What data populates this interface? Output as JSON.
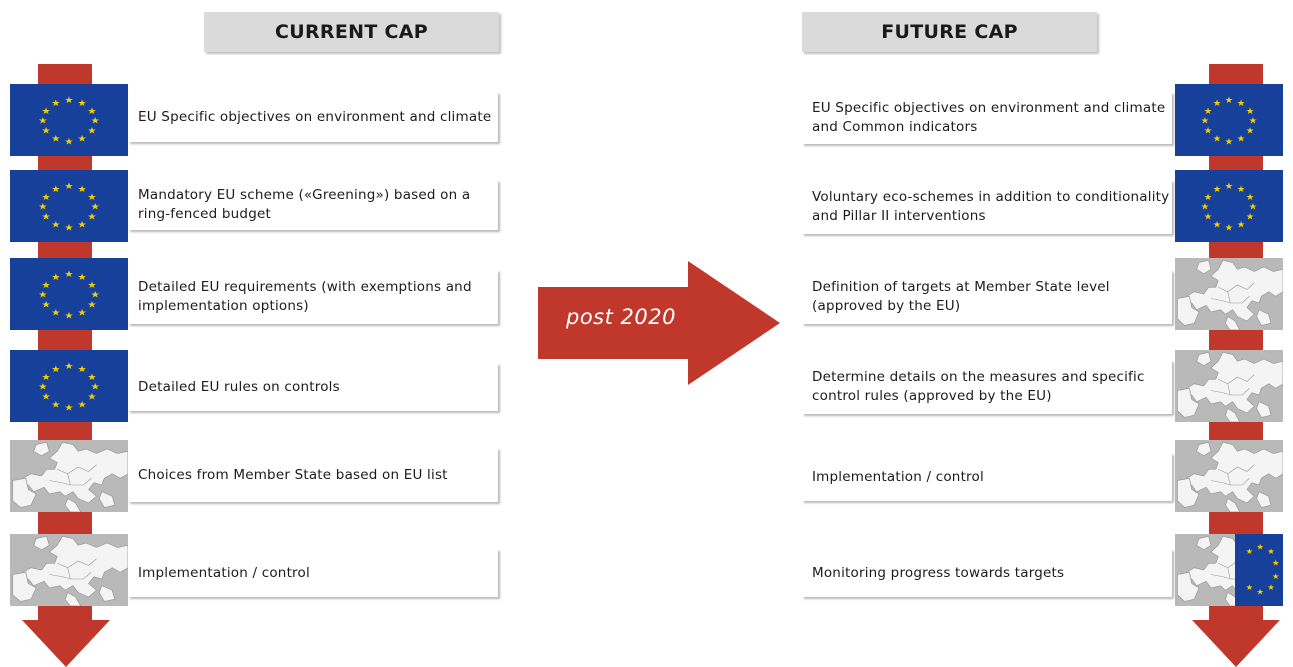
{
  "headers": {
    "left": "CURRENT CAP",
    "right": "FUTURE CAP"
  },
  "center_arrow_label": "post 2020",
  "colors": {
    "arrow_red": "#c0382b",
    "eu_blue": "#17409b",
    "eu_star": "#f2d000",
    "header_gray": "#dadada",
    "map_gray": "#b9b9b9"
  },
  "left_rows": [
    {
      "icon": "eu-flag-icon",
      "text": "EU Specific objectives on environment and climate"
    },
    {
      "icon": "eu-flag-icon",
      "text": "Mandatory EU scheme («Greening») based on a ring-fenced budget"
    },
    {
      "icon": "eu-flag-icon",
      "text": "Detailed EU requirements (with exemptions and implementation options)"
    },
    {
      "icon": "eu-flag-icon",
      "text": "Detailed EU rules on controls"
    },
    {
      "icon": "europe-map-icon",
      "text": "Choices from Member State based on EU list"
    },
    {
      "icon": "europe-map-icon",
      "text": "Implementation / control"
    }
  ],
  "right_rows": [
    {
      "icon": "eu-flag-icon",
      "text": "EU Specific objectives on environment and climate and Common indicators"
    },
    {
      "icon": "eu-flag-icon",
      "text": "Voluntary eco-schemes in addition to conditionality and Pillar II interventions"
    },
    {
      "icon": "europe-map-icon",
      "text": "Definition of targets at Member State level (approved by the EU)"
    },
    {
      "icon": "europe-map-icon",
      "text": "Determine details on the measures and specific control rules (approved by the EU)"
    },
    {
      "icon": "europe-map-icon",
      "text": "Implementation / control"
    },
    {
      "icon": "europe-map-eu-flag-icon",
      "text": "Monitoring progress towards targets"
    }
  ]
}
